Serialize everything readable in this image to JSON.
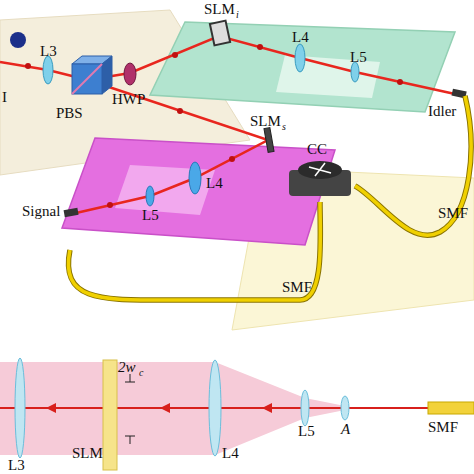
{
  "diagram": {
    "nodes": [
      {
        "text": [
          "Idler"
        ]
      },
      {
        "text": [
          "Signal"
        ]
      },
      {
        "text": [
          "CC"
        ]
      }
    ],
    "edges": [
      {
        "from": 0,
        "to": 2,
        "arrow": "none",
        "label": "SMF"
      },
      {
        "from": 1,
        "to": 2,
        "arrow": "none",
        "label": "SMF"
      }
    ],
    "labels": [
      "SLM",
      "i",
      "L3",
      "I",
      "HWP",
      "L4",
      "L5",
      "PBS",
      "SLM",
      "s",
      "L4",
      "L5",
      "2w",
      "c",
      "L3",
      "SLM",
      "L4",
      "L5",
      "A",
      "SMF"
    ]
  }
}
